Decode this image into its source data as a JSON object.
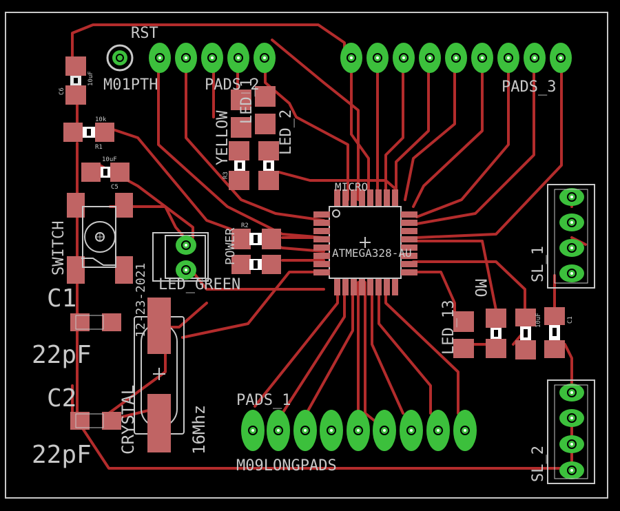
{
  "colors": {
    "background": "#000000",
    "outline": "#c8c8c8",
    "trace": "#b32c2c",
    "pad": "#3cc03c",
    "smd": "#c06464"
  },
  "labels": {
    "rst": "RST",
    "m01pth": "M01PTH",
    "pads_2": "PADS_2",
    "pads_3": "PADS_3",
    "yellow": "YELLOW",
    "led_1": "LED_1",
    "led_2": "LED_2",
    "micro": "MICRO",
    "atmega": "ATMEGA328-AU",
    "switch": "SWITCH",
    "date": "12-23-2021",
    "power": "POWER",
    "led_green": "LED_GREEN",
    "c1": "C1",
    "c1_value": "22pF",
    "c2": "C2",
    "c2_value": "22pF",
    "crystal": "CRYSTAL",
    "freq": "16Mhz",
    "pads_1": "PADS_1",
    "m09longpads": "M09LONGPADS",
    "led_13": "LED_13",
    "mo": "MO",
    "sl_1": "SL_1",
    "sl_2": "SL_2",
    "c6": "C6",
    "c6_value": "10uF",
    "r1": "R1",
    "r1_value": "10k",
    "c5": "C5",
    "c5_value": "10uF",
    "r2": "R2",
    "r3": "R3",
    "c1_small": "C1",
    "c1_small_value": "10uF"
  }
}
